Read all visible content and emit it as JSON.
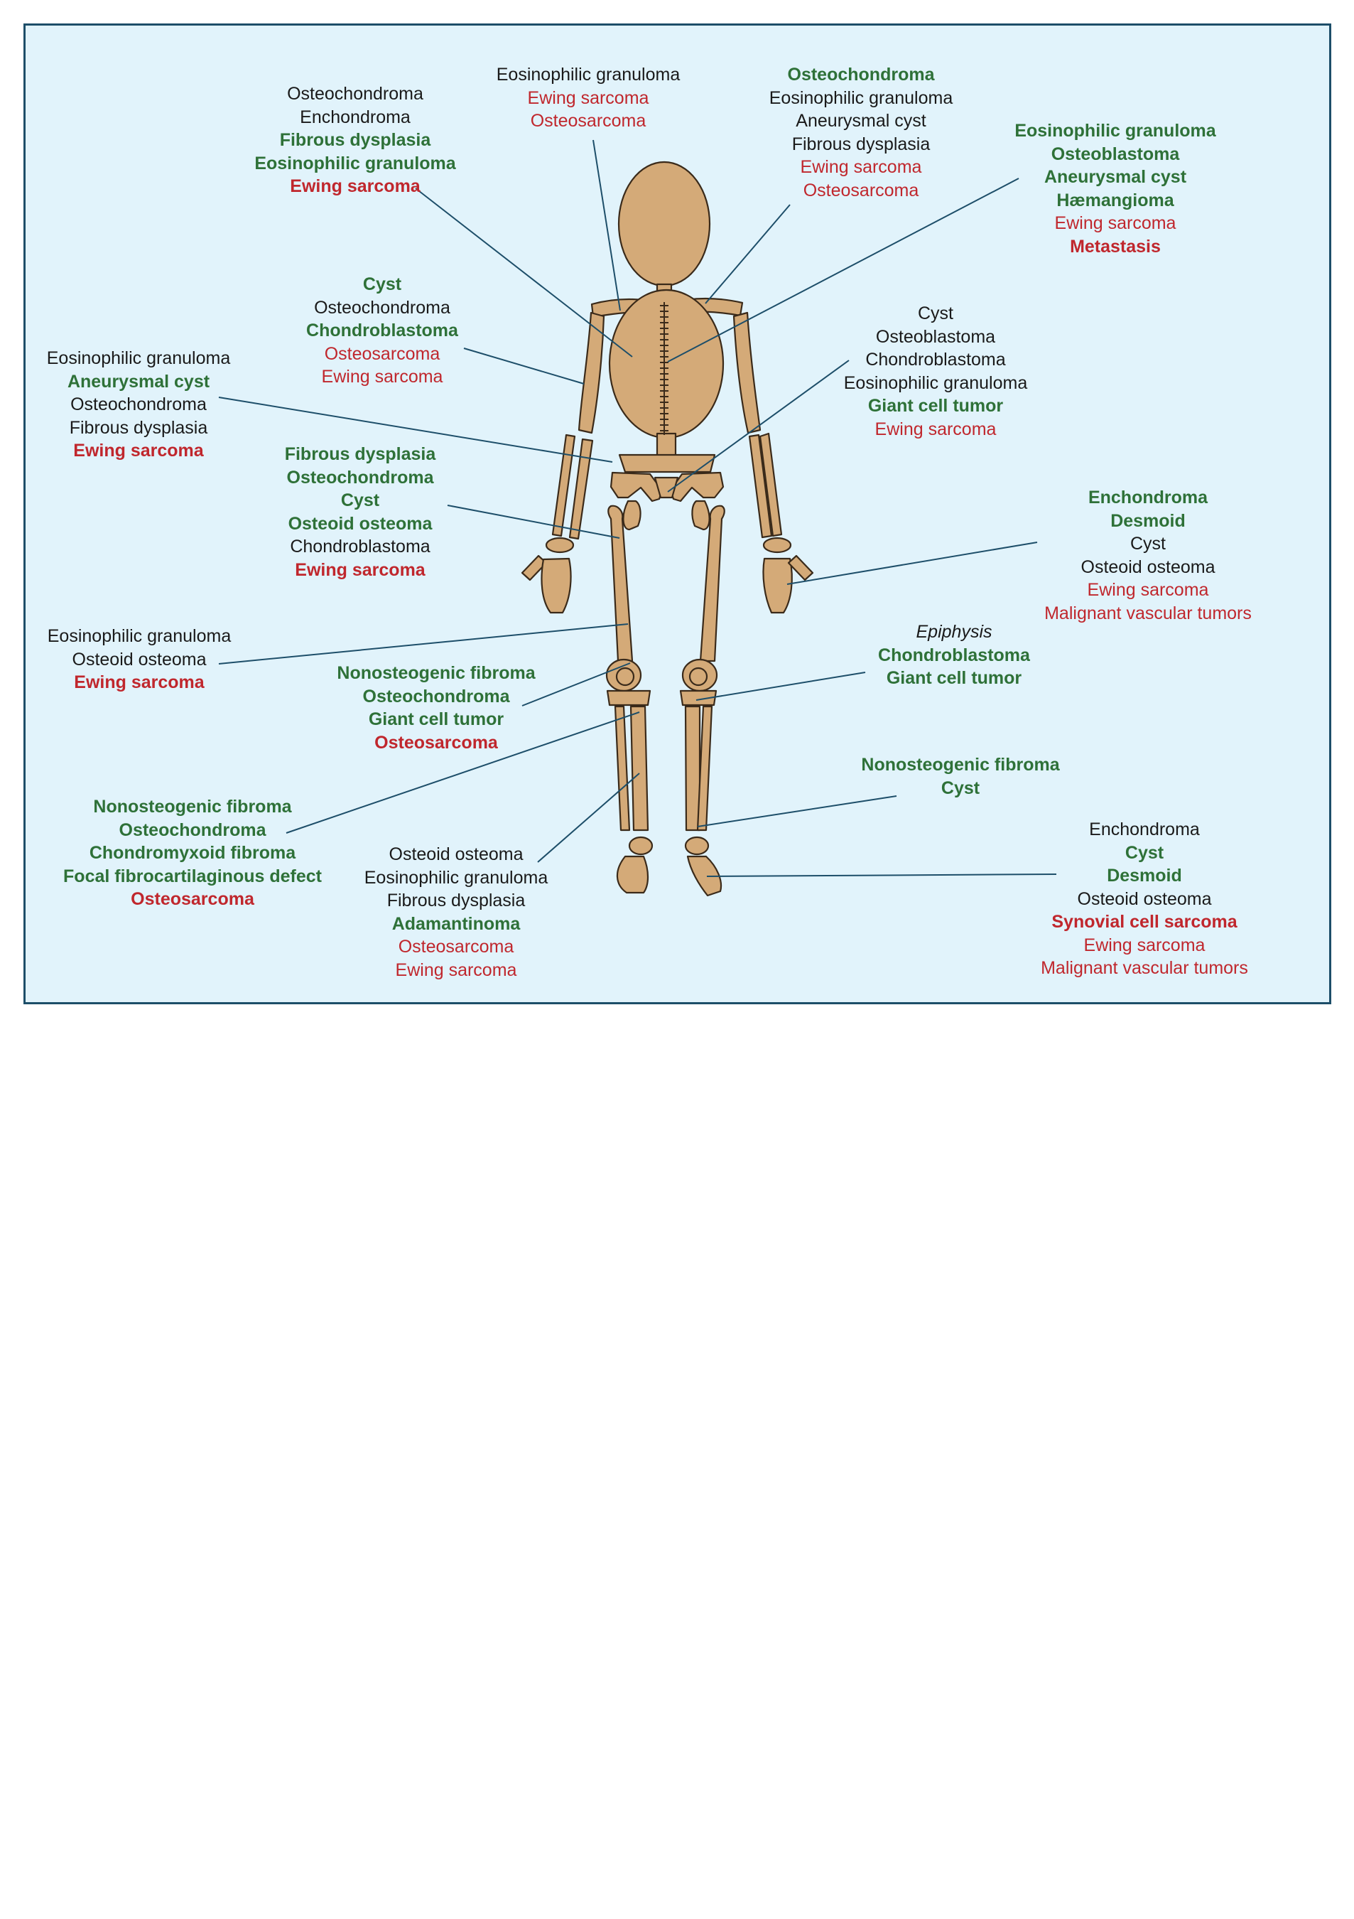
{
  "colors": {
    "benign": "#1a1a1a",
    "benign_emphasis": "#2e7138",
    "malignant": "#c0272d",
    "bone": "#d4aa78",
    "bone_outline": "#3a2a1a",
    "leader_line": "#1d4e69",
    "panel_background": "#e1f3fb",
    "panel_border": "#1d4e69"
  },
  "style_legend": {
    "black": "regular",
    "green": "bold",
    "red": "regular",
    "redb": "bold",
    "italic": "italic"
  },
  "labels": [
    {
      "id": "humerus-proximal",
      "site": "proximal humerus",
      "lines": [
        {
          "text": "Osteochondroma",
          "style": "black"
        },
        {
          "text": "Enchondroma",
          "style": "black"
        },
        {
          "text": "Fibrous dysplasia",
          "style": "green"
        },
        {
          "text": "Eosinophilic granuloma",
          "style": "green"
        },
        {
          "text": "Ewing sarcoma",
          "style": "redb"
        }
      ]
    },
    {
      "id": "clavicle",
      "site": "clavicle",
      "lines": [
        {
          "text": "Eosinophilic granuloma",
          "style": "black"
        },
        {
          "text": "Ewing sarcoma",
          "style": "red"
        },
        {
          "text": "Osteosarcoma",
          "style": "red"
        }
      ]
    },
    {
      "id": "scapula",
      "site": "scapula",
      "lines": [
        {
          "text": "Osteochondroma",
          "style": "green"
        },
        {
          "text": "Eosinophilic granuloma",
          "style": "black"
        },
        {
          "text": "Aneurysmal cyst",
          "style": "black"
        },
        {
          "text": "Fibrous dysplasia",
          "style": "black"
        },
        {
          "text": "Ewing sarcoma",
          "style": "red"
        },
        {
          "text": "Osteosarcoma",
          "style": "red"
        }
      ]
    },
    {
      "id": "spine",
      "site": "spine",
      "lines": [
        {
          "text": "Eosinophilic granuloma",
          "style": "green"
        },
        {
          "text": "Osteoblastoma",
          "style": "green"
        },
        {
          "text": "Aneurysmal cyst",
          "style": "green"
        },
        {
          "text": "Hæmangioma",
          "style": "green"
        },
        {
          "text": "Ewing sarcoma",
          "style": "red"
        },
        {
          "text": "Metastasis",
          "style": "redb"
        }
      ]
    },
    {
      "id": "humerus-shaft",
      "site": "humerus shaft",
      "lines": [
        {
          "text": "Cyst",
          "style": "green"
        },
        {
          "text": "Osteochondroma",
          "style": "black"
        },
        {
          "text": "Chondroblastoma",
          "style": "green"
        },
        {
          "text": "Osteosarcoma",
          "style": "red"
        },
        {
          "text": "Ewing sarcoma",
          "style": "red"
        }
      ]
    },
    {
      "id": "pelvis",
      "site": "pelvis",
      "lines": [
        {
          "text": "Eosinophilic granuloma",
          "style": "black"
        },
        {
          "text": "Aneurysmal cyst",
          "style": "green"
        },
        {
          "text": "Osteochondroma",
          "style": "black"
        },
        {
          "text": "Fibrous dysplasia",
          "style": "black"
        },
        {
          "text": "Ewing sarcoma",
          "style": "redb"
        }
      ]
    },
    {
      "id": "sacrum",
      "site": "sacrum",
      "lines": [
        {
          "text": "Cyst",
          "style": "black"
        },
        {
          "text": "Osteoblastoma",
          "style": "black"
        },
        {
          "text": "Chondroblastoma",
          "style": "black"
        },
        {
          "text": "Eosinophilic granuloma",
          "style": "black"
        },
        {
          "text": "Giant cell tumor",
          "style": "green"
        },
        {
          "text": "Ewing sarcoma",
          "style": "red"
        }
      ]
    },
    {
      "id": "femur-proximal",
      "site": "proximal femur",
      "lines": [
        {
          "text": "Fibrous dysplasia",
          "style": "green"
        },
        {
          "text": "Osteochondroma",
          "style": "green"
        },
        {
          "text": "Cyst",
          "style": "green"
        },
        {
          "text": "Osteoid osteoma",
          "style": "green"
        },
        {
          "text": "Chondroblastoma",
          "style": "black"
        },
        {
          "text": "Ewing sarcoma",
          "style": "redb"
        }
      ]
    },
    {
      "id": "hand",
      "site": "hand",
      "lines": [
        {
          "text": "Enchondroma",
          "style": "green"
        },
        {
          "text": "Desmoid",
          "style": "green"
        },
        {
          "text": "Cyst",
          "style": "black"
        },
        {
          "text": "Osteoid osteoma",
          "style": "black"
        },
        {
          "text": "Ewing sarcoma",
          "style": "red"
        },
        {
          "text": "Malignant vascular tumors",
          "style": "red"
        }
      ]
    },
    {
      "id": "femur-shaft",
      "site": "femur shaft",
      "lines": [
        {
          "text": "Eosinophilic granuloma",
          "style": "black"
        },
        {
          "text": "Osteoid osteoma",
          "style": "black"
        },
        {
          "text": "Ewing sarcoma",
          "style": "redb"
        }
      ]
    },
    {
      "id": "epiphysis",
      "site": "knee epiphysis",
      "lines": [
        {
          "text": "Epiphysis",
          "style": "italic"
        },
        {
          "text": "Chondroblastoma",
          "style": "green"
        },
        {
          "text": "Giant cell tumor",
          "style": "green"
        }
      ]
    },
    {
      "id": "femur-distal",
      "site": "distal femur",
      "lines": [
        {
          "text": "Nonosteogenic fibroma",
          "style": "green"
        },
        {
          "text": "Osteochondroma",
          "style": "green"
        },
        {
          "text": "Giant cell tumor",
          "style": "green"
        },
        {
          "text": "Osteosarcoma",
          "style": "redb"
        }
      ]
    },
    {
      "id": "tibia-proximal",
      "site": "proximal tibia",
      "lines": [
        {
          "text": "Nonosteogenic fibroma",
          "style": "green"
        },
        {
          "text": "Osteochondroma",
          "style": "green"
        },
        {
          "text": "Chondromyxoid fibroma",
          "style": "green"
        },
        {
          "text": "Focal fibrocartilaginous defect",
          "style": "green"
        },
        {
          "text": "Osteosarcoma",
          "style": "redb"
        }
      ]
    },
    {
      "id": "fibula",
      "site": "fibula",
      "lines": [
        {
          "text": "Nonosteogenic fibroma",
          "style": "green"
        },
        {
          "text": "Cyst",
          "style": "green"
        }
      ]
    },
    {
      "id": "tibia-shaft",
      "site": "tibia shaft",
      "lines": [
        {
          "text": "Osteoid osteoma",
          "style": "black"
        },
        {
          "text": "Eosinophilic granuloma",
          "style": "black"
        },
        {
          "text": "Fibrous dysplasia",
          "style": "black"
        },
        {
          "text": "Adamantinoma",
          "style": "green"
        },
        {
          "text": "Osteosarcoma",
          "style": "red"
        },
        {
          "text": "Ewing sarcoma",
          "style": "red"
        }
      ]
    },
    {
      "id": "foot",
      "site": "foot",
      "lines": [
        {
          "text": "Enchondroma",
          "style": "black"
        },
        {
          "text": "Cyst",
          "style": "green"
        },
        {
          "text": "Desmoid",
          "style": "green"
        },
        {
          "text": "Osteoid osteoma",
          "style": "black"
        },
        {
          "text": "Synovial cell sarcoma",
          "style": "redb"
        },
        {
          "text": "Ewing sarcoma",
          "style": "red"
        },
        {
          "text": "Malignant vascular tumors",
          "style": "red"
        }
      ]
    }
  ]
}
